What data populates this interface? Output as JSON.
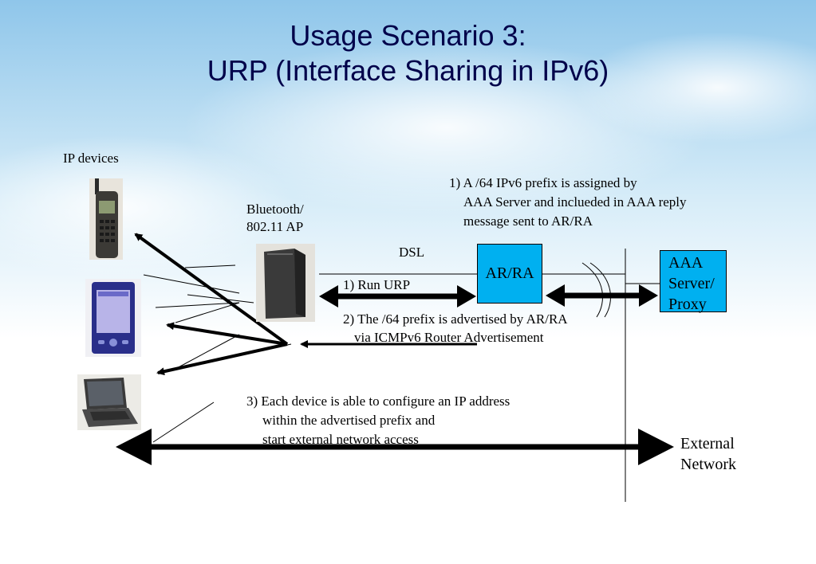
{
  "title": {
    "line1": "Usage Scenario 3:",
    "line2": "URP (Interface Sharing in IPv6)"
  },
  "labels": {
    "ip_devices": "IP devices",
    "ap_line1": "Bluetooth/",
    "ap_line2": "802.11 AP",
    "dsl": "DSL",
    "arra": "AR/RA",
    "aaa_line1": "AAA",
    "aaa_line2": "Server/",
    "aaa_line3": "Proxy",
    "external_line1": "External",
    "external_line2": "Network"
  },
  "steps": {
    "s1_line1": "1) A /64 IPv6 prefix is assigned by",
    "s1_line2": "AAA Server and inclueded in AAA reply",
    "s1_line3": "message sent to AR/RA",
    "run_urp": "1) Run URP",
    "s2_line1": "2) The /64 prefix is advertised by AR/RA",
    "s2_line2": "via ICMPv6 Router Advertisement",
    "s3_line1": "3) Each device is able to configure an IP address",
    "s3_line2": "within the advertised prefix and",
    "s3_line3": "start external network access"
  },
  "icons": [
    "mobile-phone-icon",
    "pda-icon",
    "laptop-icon",
    "access-point-icon"
  ],
  "colors": {
    "box_fill": "#00b0f0",
    "title": "#00004a"
  }
}
